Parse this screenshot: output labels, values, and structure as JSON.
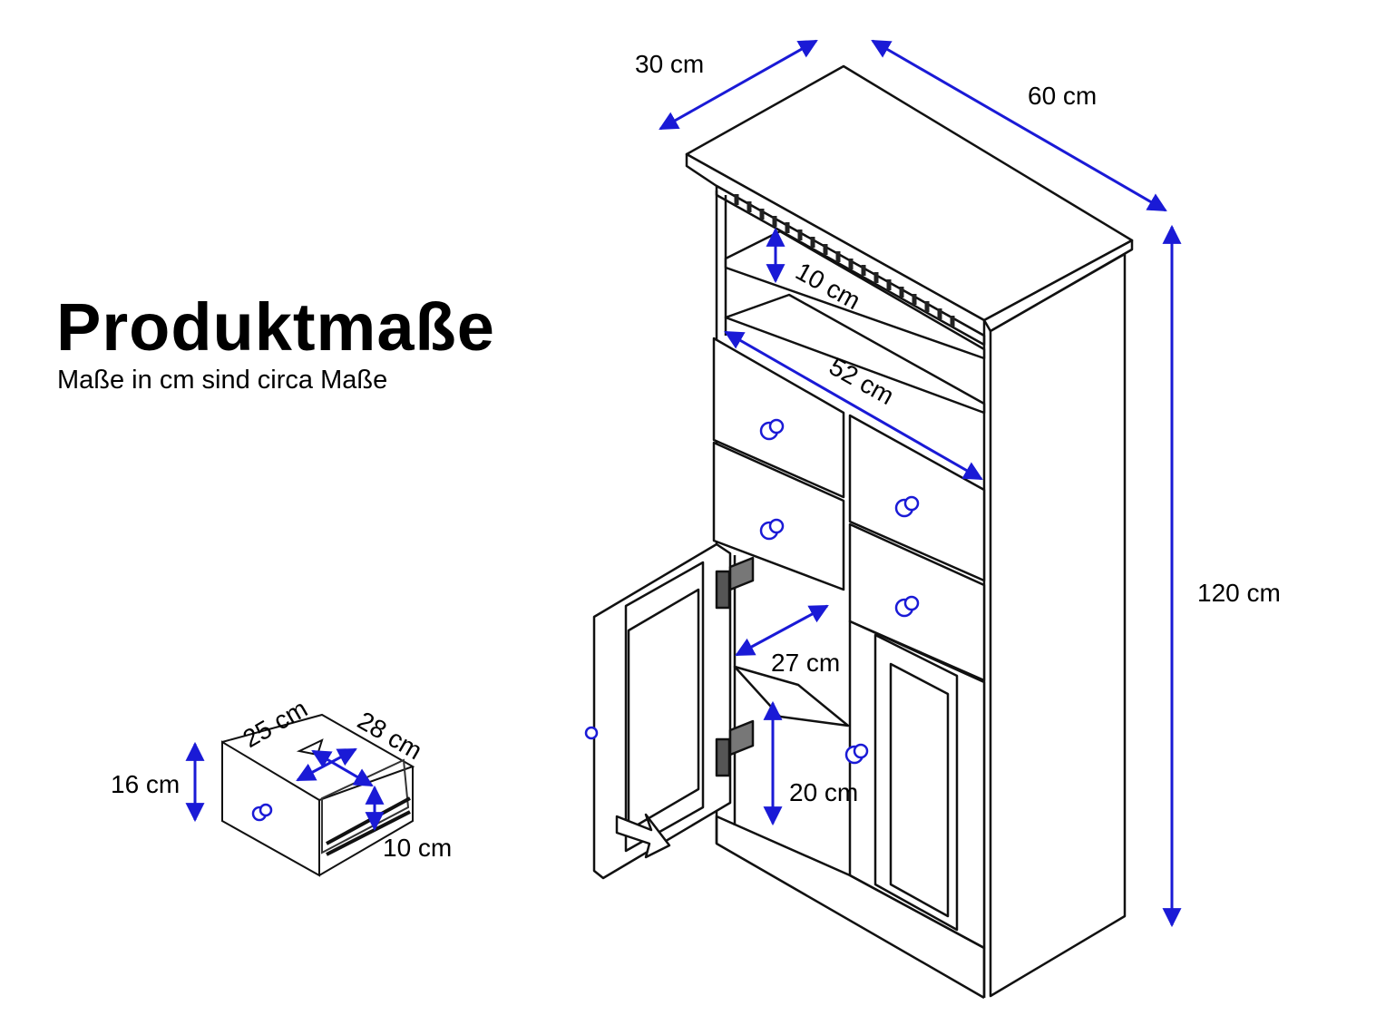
{
  "heading": {
    "title": "Produktmaße",
    "subtitle": "Maße in cm sind circa Maße"
  },
  "colors": {
    "dimension_line": "#1a1ad6",
    "outline": "#111111",
    "background": "#ffffff"
  },
  "cabinet_dimensions": {
    "depth": "30 cm",
    "width": "60 cm",
    "height": "120 cm",
    "top_shelf_height": "10 cm",
    "inner_width": "52 cm",
    "lower_compartment_depth": "27 cm",
    "lower_compartment_height": "20 cm"
  },
  "drawer_dimensions": {
    "inner_width": "25 cm",
    "inner_depth": "28 cm",
    "outer_height": "16 cm",
    "inner_height": "10 cm"
  }
}
